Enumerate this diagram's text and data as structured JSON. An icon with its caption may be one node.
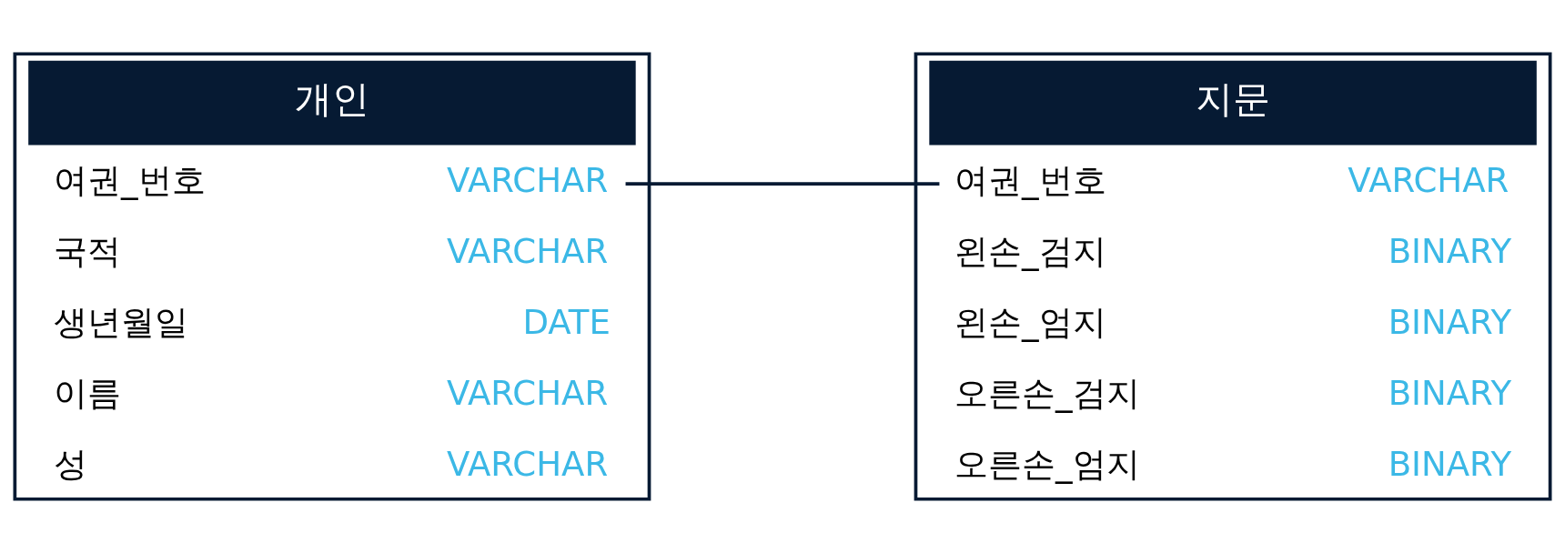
{
  "diagram": {
    "nodes": [
      {
        "text": [
          "개인"
        ]
      },
      {
        "text": [
          "여권_번호",
          "VARCHAR"
        ],
        "in": 0
      },
      {
        "text": [
          "국적",
          "VARCHAR"
        ],
        "in": 0
      },
      {
        "text": [
          "생년월일",
          "DATE"
        ],
        "in": 0
      },
      {
        "text": [
          "이름",
          "VARCHAR"
        ],
        "in": 0
      },
      {
        "text": [
          "성",
          "VARCHAR"
        ],
        "in": 0
      },
      {
        "text": [
          "지문"
        ]
      },
      {
        "text": [
          "여권_번호",
          "VARCHAR"
        ],
        "in": 6
      },
      {
        "text": [
          "왼손_검지",
          "BINARY"
        ],
        "in": 6
      },
      {
        "text": [
          "왼손_엄지",
          "BINARY"
        ],
        "in": 6
      },
      {
        "text": [
          "오른손_검지",
          "BINARY"
        ],
        "in": 6
      },
      {
        "text": [
          "오른손_엄지",
          "BINARY"
        ],
        "in": 6
      }
    ],
    "edges": [
      {
        "from": 1,
        "to": 7,
        "arrow": "none"
      }
    ]
  }
}
